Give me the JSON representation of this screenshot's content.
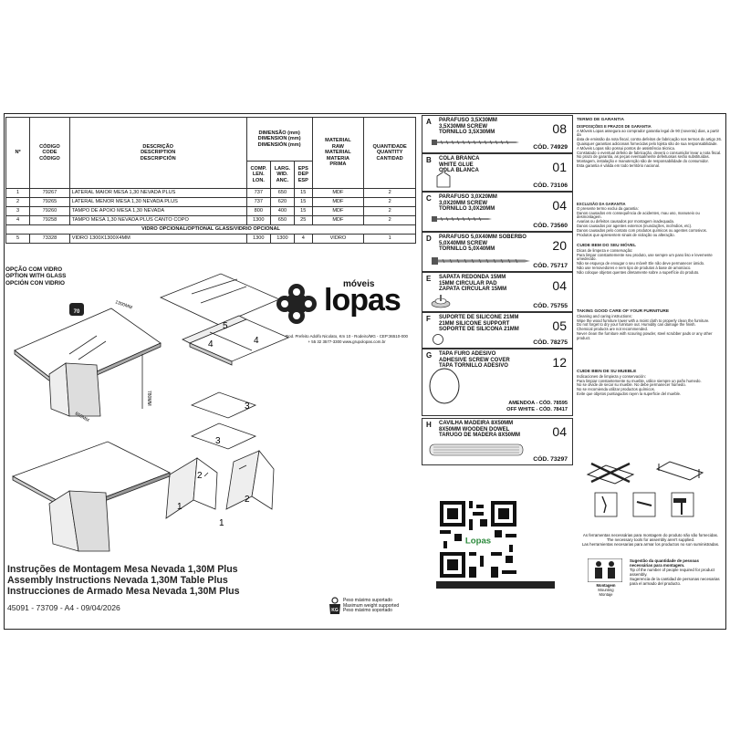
{
  "table": {
    "headers": {
      "n": "Nº",
      "code": [
        "CÓDIGO",
        "CODE",
        "CÓDIGO"
      ],
      "desc": [
        "DESCRIÇÃO",
        "DESCRIPTION",
        "DESCRIPCIÓN"
      ],
      "dim": [
        "DIMENSÃO (mm)",
        "DIMENSION (mm)",
        "DIMENSIÓN (mm)"
      ],
      "comp": [
        "COMP.",
        "LEN.",
        "LON."
      ],
      "larg": [
        "LARG.",
        "WID.",
        "ANC."
      ],
      "eps": [
        "EPS",
        "DEP",
        "ESP"
      ],
      "mat": [
        "MATERIAL",
        "RAW",
        "MATERIAL",
        "MATERIA",
        "PRIMA"
      ],
      "qty": [
        "QUANTIDADE",
        "QUANTITY",
        "CANTIDAD"
      ]
    },
    "rows": [
      {
        "n": "1",
        "code": "79267",
        "desc": "LATERAL MAIOR MESA 1,30 NEVADA PLUS",
        "comp": "737",
        "larg": "650",
        "eps": "15",
        "mat": "MDF",
        "qty": "2"
      },
      {
        "n": "2",
        "code": "79265",
        "desc": "LATERAL MENOR MESA 1,30 NEVADA PLUS",
        "comp": "737",
        "larg": "620",
        "eps": "15",
        "mat": "MDF",
        "qty": "2"
      },
      {
        "n": "3",
        "code": "79260",
        "desc": "TAMPO DE APOIO MESA 1,30 NEVADA",
        "comp": "800",
        "larg": "400",
        "eps": "15",
        "mat": "MDF",
        "qty": "2"
      },
      {
        "n": "4",
        "code": "79258",
        "desc": "TAMPO MESA 1,30 NEVADA PLUS CANTO COPO",
        "comp": "1300",
        "larg": "650",
        "eps": "25",
        "mat": "MDF",
        "qty": "2"
      }
    ],
    "optional_header": "VIDRO OPCIONAL/OPTIONAL GLASS/VIDRIO OPCIONAL",
    "optional_row": {
      "n": "5",
      "code": "73328",
      "desc": "VIDRO 1300X1300X4MM",
      "comp": "1300",
      "larg": "1300",
      "eps": "4",
      "mat": "VIDRO",
      "qty": "1"
    }
  },
  "glass_option": [
    "OPÇÃO COM VIDRO",
    "OPTION WITH GLASS",
    "OPCIÓN CON VIDRIO"
  ],
  "brand": {
    "small": "móveis",
    "big": "lopas",
    "address": [
      "Rod. Prefeito Adolfo Nicolato, Km 10 - Rodeiro/MG - CEP:36510-000",
      "+ 55 32 3577-3300   www.grupolopas.com.br"
    ]
  },
  "drawing_labels": {
    "width_dim": "1300MM",
    "depth_dim": "650MM",
    "height_dim": "780MM",
    "load": "70",
    "parts": [
      "5",
      "4",
      "4",
      "3",
      "3",
      "2",
      "2",
      "1",
      "1"
    ]
  },
  "titles": {
    "pt": "Instruções de Montagem Mesa Nevada 1,30M Plus",
    "en": "Assembly Instructions Nevada 1,30M Table Plus",
    "es": "Instrucciones de Armado Mesa Nevada 1,30M Plus",
    "ref": "45091 - 73709 - A4 - 09/04/2026"
  },
  "weight": {
    "lines": [
      "Peso máximo suportado",
      "Maximum weight supported",
      "Peso máximo soportado"
    ],
    "badge": "KG"
  },
  "hardware": [
    {
      "letter": "A",
      "name": [
        "PARAFUSO 3,5X30MM",
        "3,5X30MM SCREW",
        "TORNILLO 3,5X30MM"
      ],
      "qty": "08",
      "code": "CÓD. 74929"
    },
    {
      "letter": "B",
      "name": [
        "COLA BRANCA",
        "WHITE GLUE",
        "COLA BLANCA"
      ],
      "qty": "01",
      "code": "CÓD. 73106"
    },
    {
      "letter": "C",
      "name": [
        "PARAFUSO 3,0X20MM",
        "3,0X20MM SCREW",
        "TORNILLO 3,0X20MM"
      ],
      "qty": "04",
      "code": "CÓD. 73560"
    },
    {
      "letter": "D",
      "name": [
        "PARAFUSO 5,0X40MM SOBERBO",
        "5,0X40MM SCREW",
        "TORNILLO 5,0X40MM"
      ],
      "qty": "20",
      "code": "CÓD. 75717"
    },
    {
      "letter": "E",
      "name": [
        "SAPATA REDONDA 15MM",
        "15MM CIRCULAR PAD",
        "ZAPATA CIRCULAR 15MM"
      ],
      "qty": "04",
      "code": "CÓD. 75755"
    },
    {
      "letter": "F",
      "name": [
        "SUPORTE DE SILICONE 21MM",
        "21MM SILICONE SUPPORT",
        "SOPORTE DE SILICONA 21MM"
      ],
      "qty": "05",
      "code": "CÓD. 78275"
    },
    {
      "letter": "G",
      "name": [
        "TAPA FURO ADESIVO",
        "ADHESIVE SCREW COVER",
        "TAPA TORNILLO ADESIVO"
      ],
      "qty": "12",
      "code": "",
      "codes": [
        "AMENDOA - CÓD. 78595",
        "OFF WHITE - CÓD. 78417"
      ]
    },
    {
      "letter": "H",
      "name": [
        "CAVILHA MADEIRA 8X50MM",
        "8X50MM WOODEN DOWEL",
        "TARUGO DE MADERA 8X50MM"
      ],
      "qty": "04",
      "code": "CÓD. 73297"
    }
  ],
  "qr_label": "Lopas",
  "right": {
    "warranty_title": "TERMO DE GARANTIA",
    "warranty_sub": "DISPOSIÇÕES E PRAZOS DE GARANTIA",
    "warranty_lines": [
      "A Móveis Lopas assegura ao comprador garantia legal de 90 (noventa) dias, a partir da",
      "data de emissão da nota fiscal, contra defeitos de fabricação nos termos do artigo 26.",
      "Quaisquer garantias adicionais fornecidas pelo lojista são de sua responsabilidade.",
      "A Móveis Lopas não possui pontos de assistência técnica.",
      "Constatado o eventual defeito de fabricação, deverá o consumidor levar a nota fiscal.",
      "No prazo de garantia, as peças eventualmente defeituosas serão substituídas.",
      "Montagem, instalação e manutenção são de responsabilidade do consumidor.",
      "Esta garantia é válida em todo território nacional."
    ],
    "exclusion_title": "EXCLUSÃO DA GARANTIA",
    "exclusion_lines": [
      "O presente termo exclui da garantia:",
      "Danos causados em consequência de acidentes, mau uso, manuseio ou desmontagem.",
      "Avarias ou defeitos causados por montagem inadequada.",
      "Danos causados por agentes externos (inundações, incêndios, etc).",
      "Danos causados pelo contato com produtos químicos ou agentes corrosivos.",
      "Produtos que apresentem sinais de violação ou alteração."
    ],
    "care_pt_title": "CUIDE BEM DO SEU MÓVEL",
    "care_pt_lines": [
      "Dicas de limpeza e conservação:",
      "Para limpar constantemente seu produto, use sempre um pano liso e levemente umedecido.",
      "Não se esqueça de enxugar o seu móvel! Ele não deve permanecer úmido.",
      "Não use removedores e nem tipo de produtos à base de amoníaco.",
      "Não coloque objetos quentes diretamente sobre a superfície do produto."
    ],
    "care_en_title": "TAKING GOOD CARE OF YOUR FURNITURE",
    "care_en_lines": [
      "Cleaning and caring instructions:",
      "Wipe the wood furniture lower with a moist cloth to properly clean the furniture.",
      "Do not forget to dry your furniture out. Humidity can damage the finish.",
      "Chemical products are not recommended.",
      "Never clean the furniture with scouring powder, steel scrubber pads or any other product."
    ],
    "care_es_title": "CUIDE BIEN DE SU MUEBLE",
    "care_es_lines": [
      "Indicaciones de limpieza y conservación:",
      "Para limpiar constantemente su mueble, utilice siempre un paño humedo.",
      "No se olvide de secar su mueble. No debe permanecer húmedo.",
      "No se recomienda utilizar productos químicos.",
      "Evite que objetos puntiagudos rayen la superficie del mueble."
    ],
    "tools_note": [
      "As ferramentas necessárias para montagem do produto não são fornecidas.",
      "The necessary tools for assembly aren't supplied.",
      "Las herramientas necesarias para armar los productos no son suministradas."
    ],
    "people_text": [
      "Sugestão da quantidade de pessoas necessárias para montagem.",
      "Tip of the number of people required for product assembly.",
      "Sugerencia de la cantidad de personas necesarias para el armado del producto."
    ],
    "people_label": [
      "Montagem",
      "Mounting",
      "Montaje"
    ]
  }
}
